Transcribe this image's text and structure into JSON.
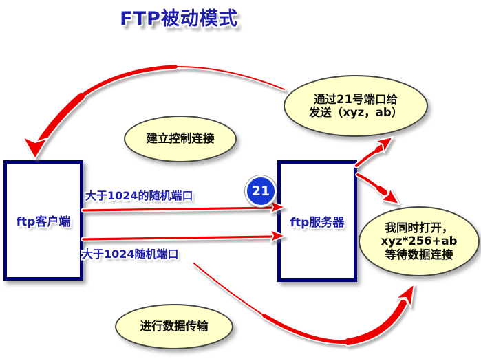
{
  "title": "FTP被动模式",
  "client_box": {
    "label": "ftp客户端"
  },
  "server_box": {
    "label": "ftp服务器"
  },
  "port_badge": {
    "value": "21"
  },
  "port_labels": {
    "control": "大于1024的随机端口",
    "data": "大于1024随机端口"
  },
  "callouts": {
    "send_ports": {
      "lines": [
        "通过21号端口给",
        "发送（xyz，ab）"
      ]
    },
    "control": {
      "lines": [
        "建立控制连接"
      ]
    },
    "server_open": {
      "lines": [
        "我同时打开，",
        "xyz*256+ab",
        "等待数据连接"
      ]
    },
    "data_transfer": {
      "lines": [
        "进行数据传输"
      ]
    }
  },
  "colors": {
    "arrow_red": "#ee0000",
    "box_border_navy": "#000075",
    "text_blue": "#2020b0",
    "title_blue": "#1e1ea8",
    "callout_fill": "#ffffca",
    "badge_blue": "#1738d2"
  }
}
